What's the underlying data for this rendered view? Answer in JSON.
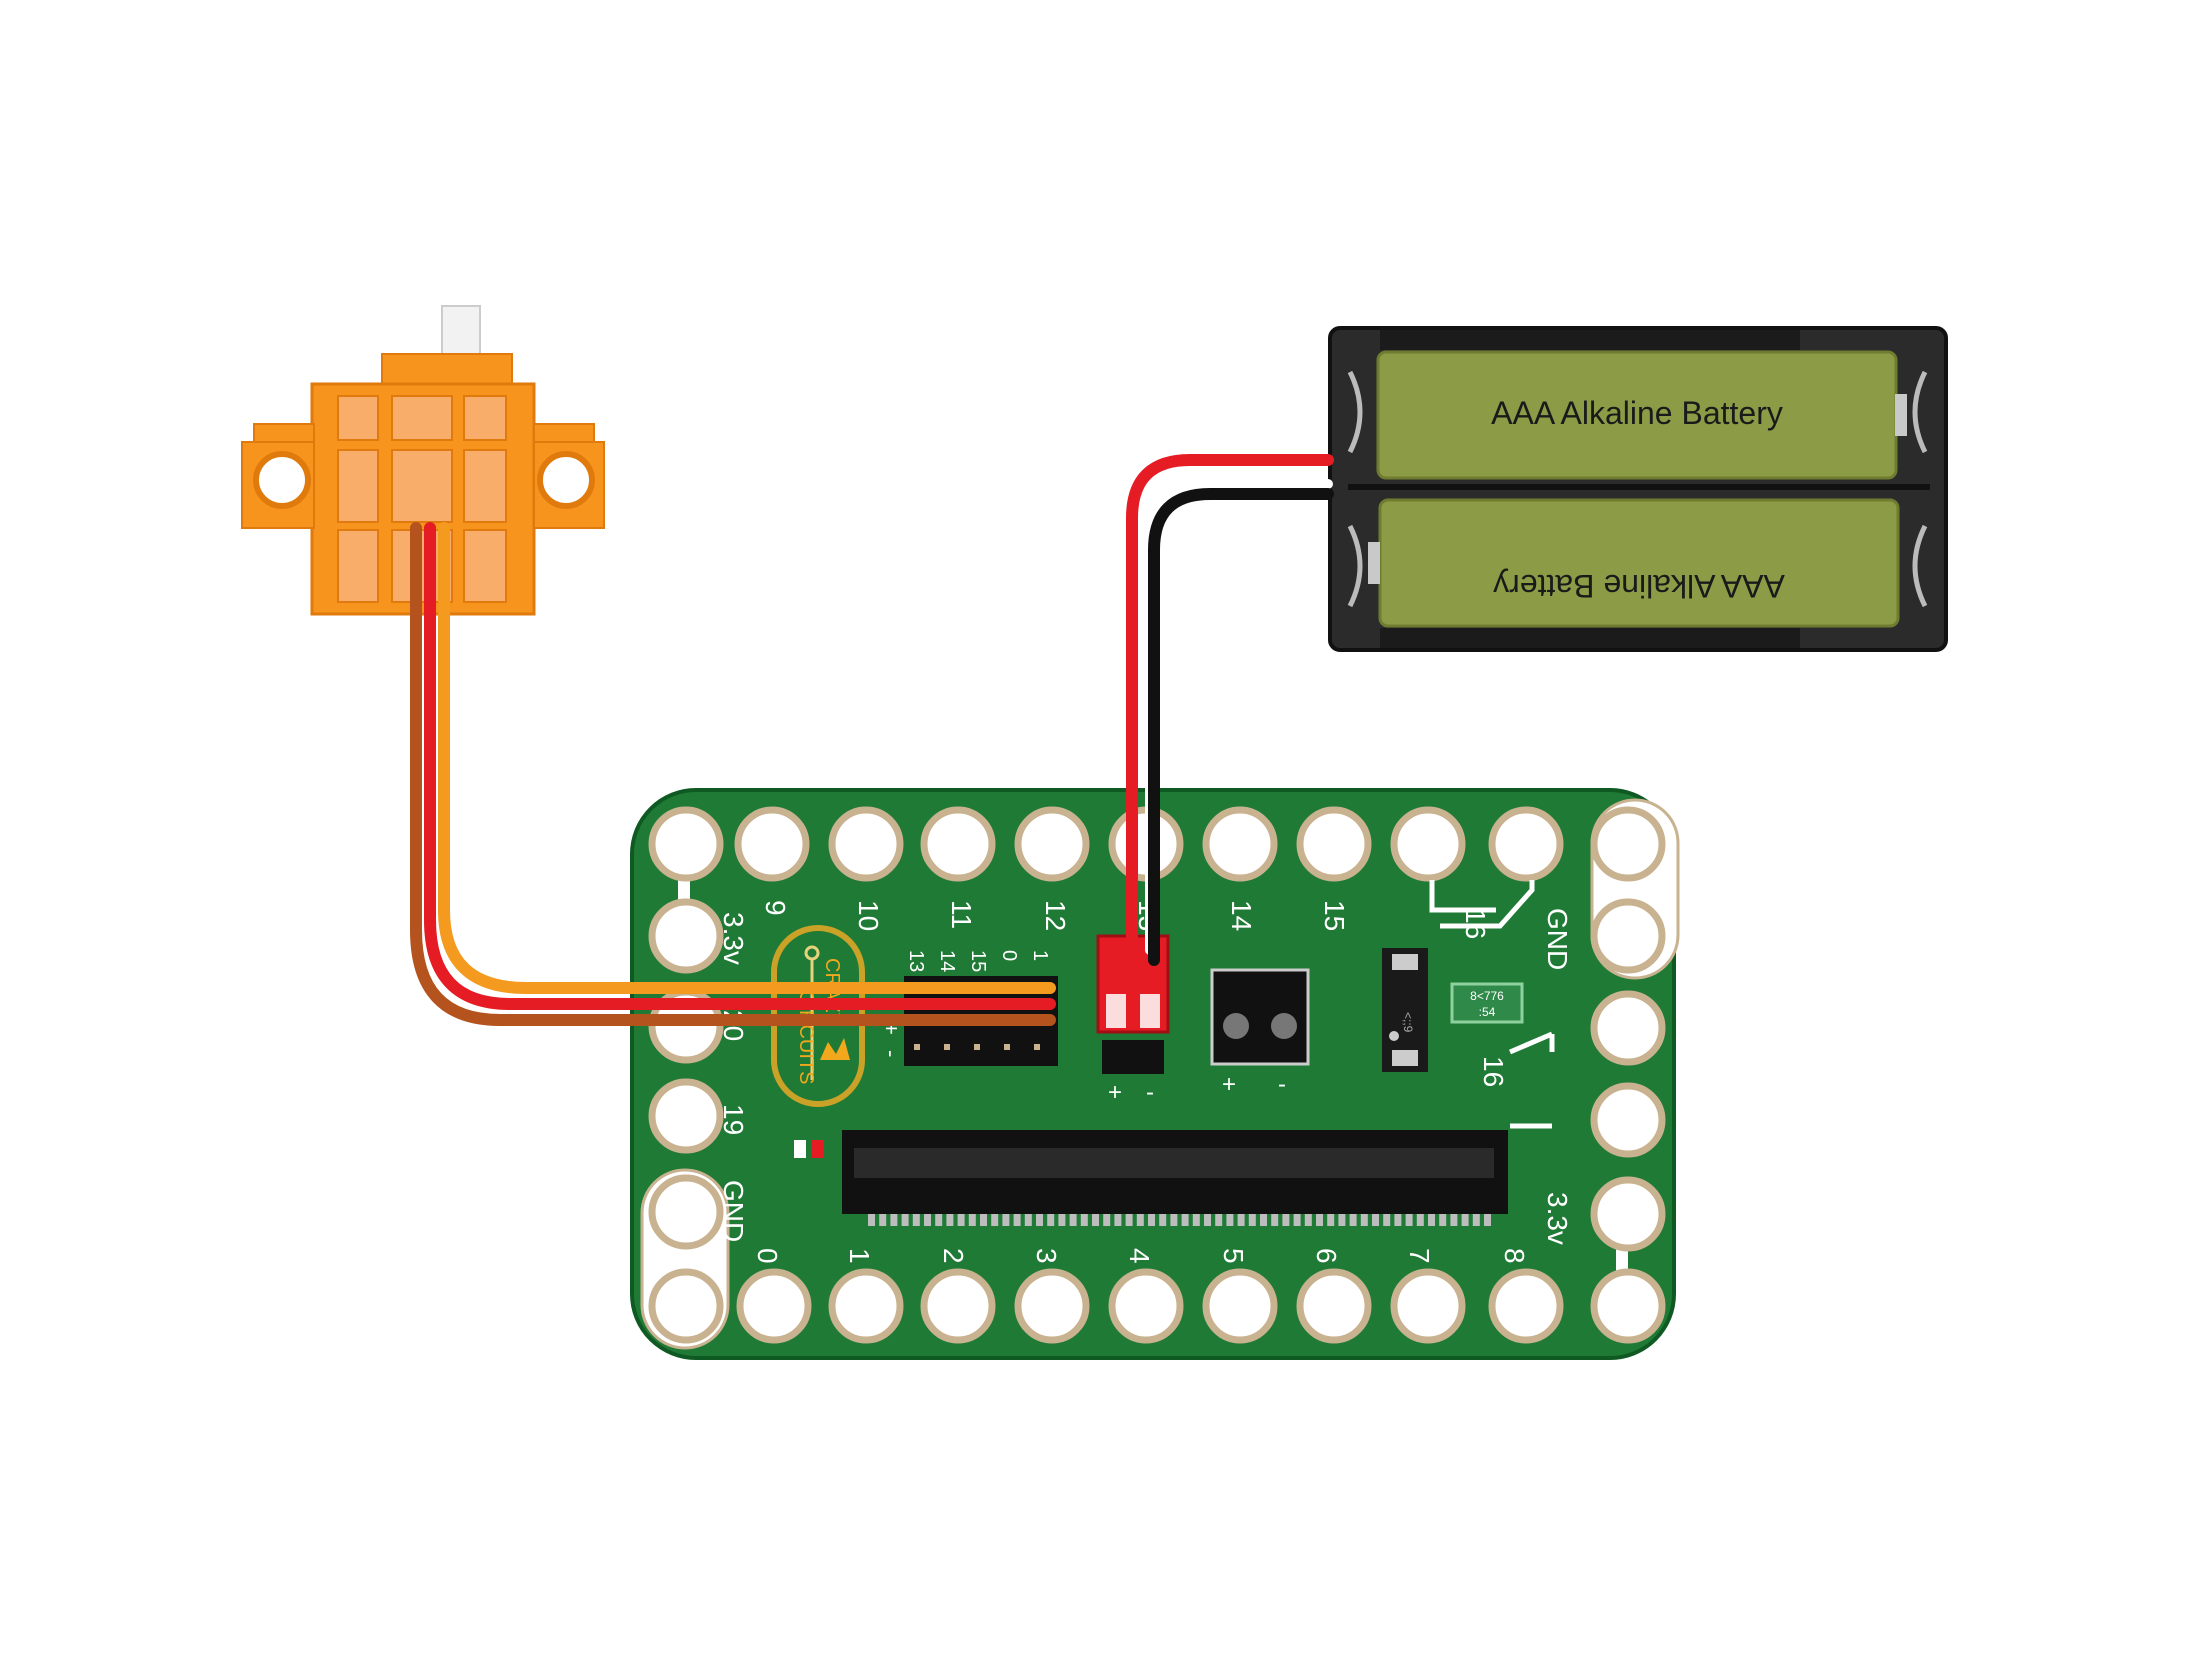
{
  "battery_pack": {
    "top_label": "AAA Alkaline Battery",
    "bottom_label": "AAA Alkaline Battery"
  },
  "board": {
    "top_pins": [
      "9",
      "10",
      "11",
      "12",
      "13",
      "14",
      "15",
      "16"
    ],
    "bottom_pins": [
      "0",
      "1",
      "2",
      "3",
      "4",
      "5",
      "6",
      "7",
      "8"
    ],
    "left_pins": [
      "3.3v",
      "20",
      "19",
      "GND"
    ],
    "right_pins": [
      "GND",
      "16",
      "3.3v"
    ],
    "header_pins": [
      "13",
      "14",
      "15",
      "0",
      "1"
    ],
    "header_side_plus": "+",
    "header_side_minus": "-",
    "logo_line1": "CRAZY",
    "logo_line2": "CIRCUITS",
    "power_plus": "+",
    "power_minus": "-",
    "terminal_plus": "+",
    "terminal_minus": "-",
    "chip_label": "<;;9",
    "crystal_line1": "8<776",
    "crystal_line2": ":54"
  },
  "colors": {
    "board": "#1f7a36",
    "board_edge": "#0f5a22",
    "pad": "#ffffff",
    "pad_ring": "#c8b28f",
    "servo": "#f7941d",
    "battery": "#8c9b46",
    "wire_red": "#e51c24",
    "wire_black": "#111111",
    "wire_brown": "#b5531f",
    "wire_orange": "#f39a1f"
  }
}
